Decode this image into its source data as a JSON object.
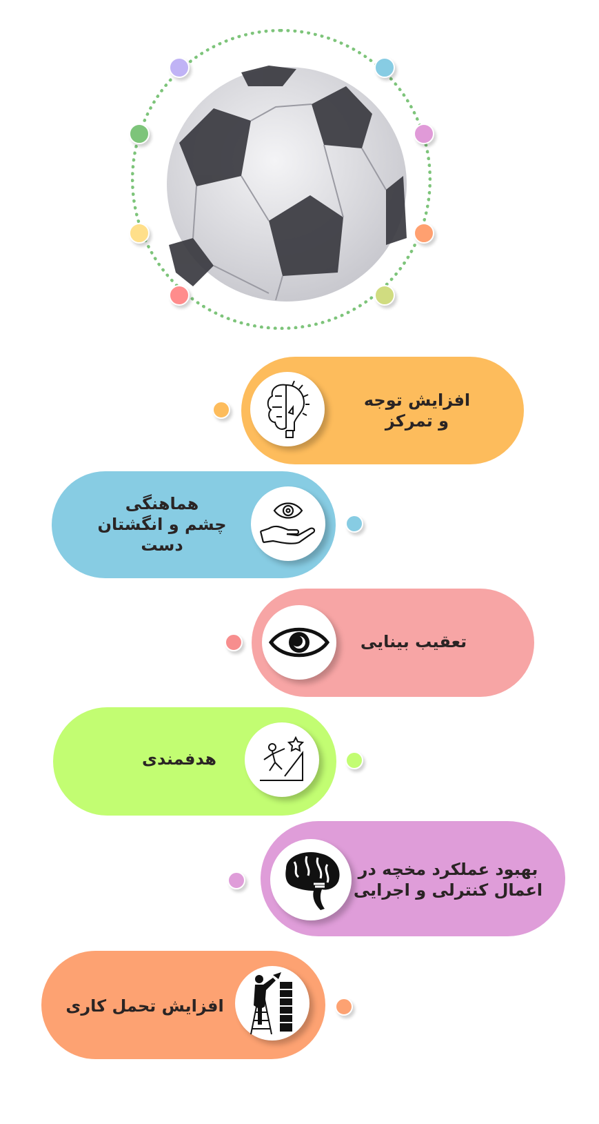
{
  "header": {
    "image": "soccer-ball"
  },
  "ring_dot_colors": [
    "#c0b3f5",
    "#87cce3",
    "#7dc47a",
    "#e09ad8",
    "#ffdf8a",
    "#ffa070",
    "#ff8c8c",
    "#d0dc80"
  ],
  "items": [
    {
      "label": "افزایش توجه\nو تمرکز",
      "icon": "brain-lightbulb-icon",
      "color": "#fdbc5c"
    },
    {
      "label": "هماهنگی\nچشم و انگشتان\nدست",
      "icon": "eye-hand-icon",
      "color": "#87cce3"
    },
    {
      "label": "تعقیب بینایی",
      "icon": "eye-icon",
      "color": "#f7a5a5"
    },
    {
      "label": "هدفمندی",
      "icon": "climbing-goal-icon",
      "color": "#c2fd72"
    },
    {
      "label": "بهبود عملکرد مخچه در\nاعمال کنترلی و اجرایی",
      "icon": "brain-icon",
      "color": "#df9dd9"
    },
    {
      "label": "افزایش تحمل کاری",
      "icon": "ladder-worker-icon",
      "color": "#fda272"
    }
  ]
}
